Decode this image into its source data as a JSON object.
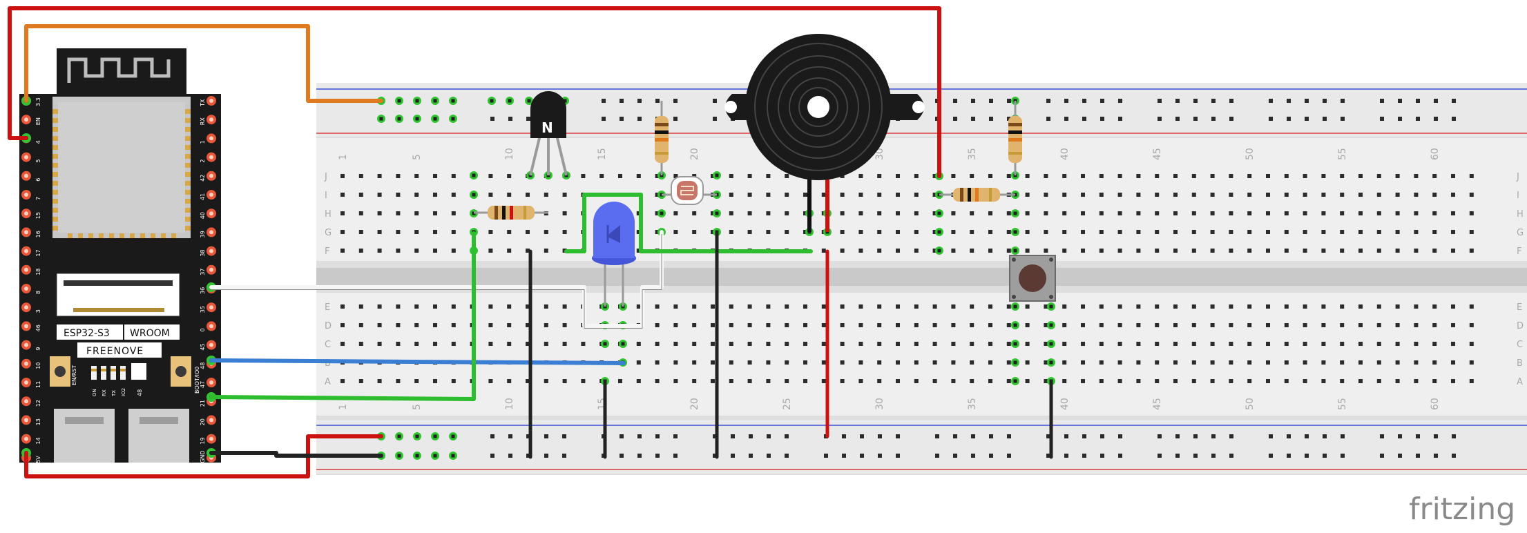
{
  "board": {
    "chip_label": "ESP32-S3",
    "module_label": "WROOM",
    "brand": "FREENOVE",
    "left_pins": [
      "3.3",
      "EN",
      "4",
      "5",
      "6",
      "7",
      "15",
      "16",
      "17",
      "18",
      "8",
      "3",
      "46",
      "9",
      "10",
      "11",
      "12",
      "13",
      "14",
      "5V"
    ],
    "right_pins": [
      "TX",
      "RX",
      "1",
      "2",
      "42",
      "41",
      "40",
      "39",
      "38",
      "37",
      "36",
      "35",
      "0",
      "45",
      "48",
      "47",
      "21",
      "20",
      "19",
      "GND"
    ],
    "btn_left_label": "EN/RST",
    "btn_right_label": "BOOT/IO0",
    "led_labels": [
      "ON",
      "RX",
      "TX",
      "IO2"
    ],
    "led48_label": "48"
  },
  "breadboard": {
    "row_letters_top": [
      "J",
      "I",
      "H",
      "G",
      "F"
    ],
    "row_letters_bottom": [
      "E",
      "D",
      "C",
      "B",
      "A"
    ],
    "column_numbers": [
      "1",
      "5",
      "10",
      "15",
      "20",
      "25",
      "30",
      "35",
      "40",
      "45",
      "50",
      "55",
      "60"
    ]
  },
  "components": {
    "transistor_label": "N"
  },
  "watermark": "fritzing",
  "colors": {
    "wire_red": "#cc1111",
    "wire_orange": "#e07a1f",
    "wire_green": "#2ebd2e",
    "wire_blue": "#3a7fd4",
    "wire_black": "#222222",
    "wire_white": "#f4f4f4",
    "breadboard": "#dcdcdc",
    "rail_red": "#d83a3a",
    "rail_blue": "#3a4fd8",
    "board": "#1a1a1a",
    "led": "#5a6cf0"
  }
}
